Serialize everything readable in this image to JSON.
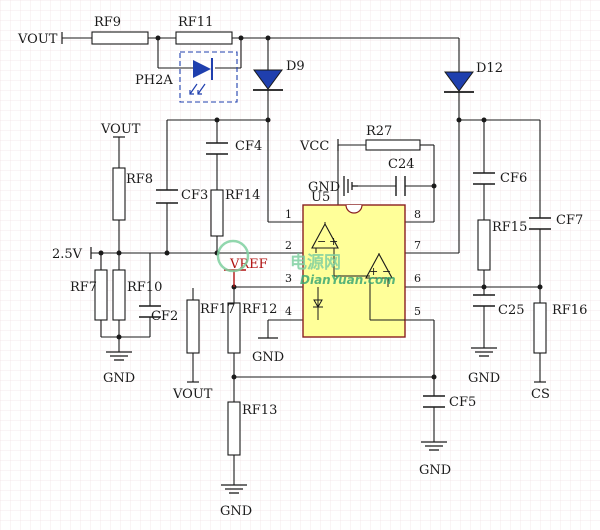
{
  "schematic": {
    "nets": {
      "vout_left": "VOUT",
      "vout_top": "VOUT",
      "vout_bottom": "VOUT",
      "vcc": "VCC",
      "ref_2v5": "2.5V",
      "vref": "VREF",
      "cs": "CS",
      "gnd_left": "GND",
      "gnd_u5": "GND",
      "gnd_pin4": "GND",
      "gnd_c25": "GND",
      "gnd_cf5": "GND",
      "gnd_rf13": "GND"
    },
    "components": {
      "rf9": "RF9",
      "rf11": "RF11",
      "ph2a": "PH2A",
      "d9": "D9",
      "d12": "D12",
      "rf8": "RF8",
      "rf7": "RF7",
      "rf10": "RF10",
      "cf2": "CF2",
      "cf3": "CF3",
      "cf4": "CF4",
      "rf14": "RF14",
      "rf17": "RF17",
      "rf12": "RF12",
      "rf13": "RF13",
      "u5": "U5",
      "r27": "R27",
      "c24": "C24",
      "cf6": "CF6",
      "rf15": "RF15",
      "cf7": "CF7",
      "c25": "C25",
      "rf16": "RF16",
      "cf5": "CF5"
    },
    "pins": [
      "1",
      "2",
      "3",
      "4",
      "5",
      "6",
      "7",
      "8"
    ],
    "watermark": {
      "cn": "电源网",
      "url": "DianYuan.com"
    },
    "colors": {
      "wire": "#1a1a1a",
      "ic_fill": "#ffff99",
      "ic_stroke": "#8a2020",
      "component_stroke": "#1a1a1a",
      "led_blue": "#1f3fae",
      "net_red": "#b01010",
      "grid": "#f1e3e6",
      "watermark": "#3da874"
    }
  }
}
